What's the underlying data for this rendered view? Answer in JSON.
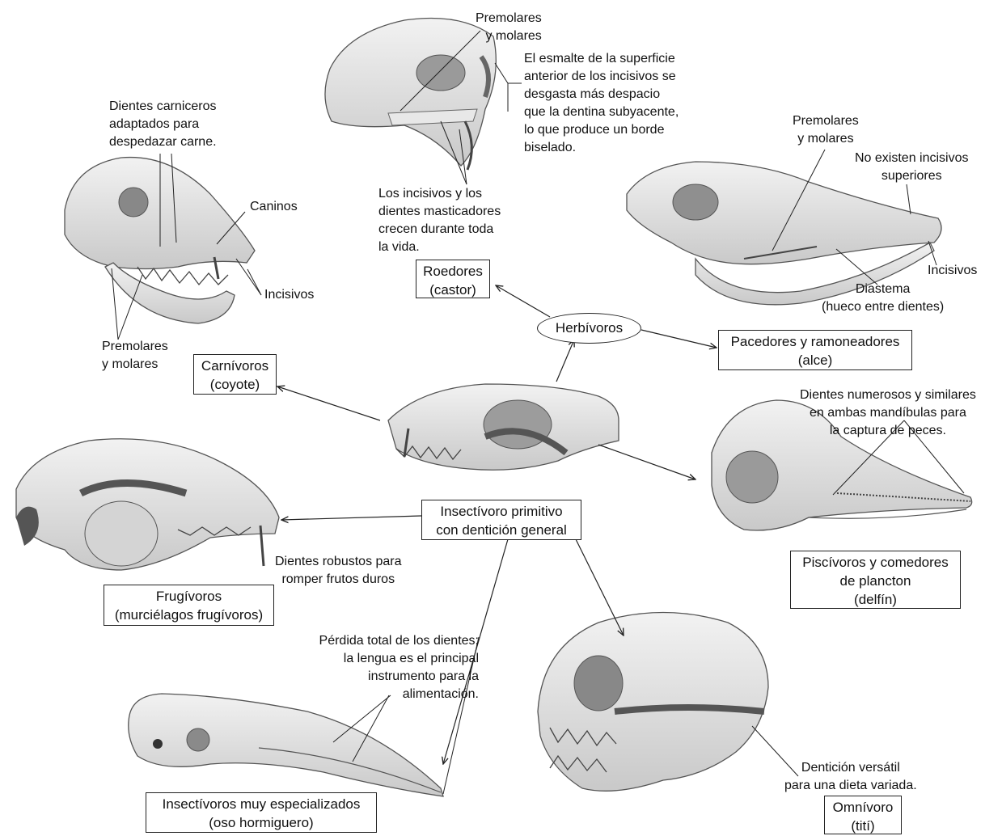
{
  "center": {
    "line1": "Insectívoro primitivo",
    "line2": "con dentición general"
  },
  "herbivoros": {
    "label": "Herbívoros"
  },
  "groups": {
    "roedores": {
      "line1": "Roedores",
      "line2": "(castor)"
    },
    "pacedores": {
      "line1": "Pacedores y ramoneadores",
      "line2": "(alce)"
    },
    "carnivoros": {
      "line1": "Carnívoros",
      "line2": "(coyote)"
    },
    "frugivoros": {
      "line1": "Frugívoros",
      "line2": "(murciélagos frugívoros)"
    },
    "piscivoros": {
      "line1": "Piscívoros y comedores",
      "line2": "de plancton",
      "line3": "(delfín)"
    },
    "insectivoros": {
      "line1": "Insectívoros muy especializados",
      "line2": "(oso hormiguero)"
    },
    "omnivoro": {
      "line1": "Omnívoro",
      "line2": "(tití)"
    }
  },
  "annotations": {
    "castor_premolares": {
      "line1": "Premolares",
      "line2": "y molares"
    },
    "castor_esmalte": {
      "line1": "El esmalte de la superficie",
      "line2": "anterior de los incisivos se",
      "line3": "desgasta más despacio",
      "line4": "que la dentina subyacente,",
      "line5": "lo que produce un borde",
      "line6": "biselado."
    },
    "castor_incisivos": {
      "line1": "Los incisivos y los",
      "line2": "dientes masticadores",
      "line3": "crecen durante toda",
      "line4": "la vida."
    },
    "coyote_carniceros": {
      "line1": "Dientes carniceros",
      "line2": "adaptados para",
      "line3": "despedazar carne."
    },
    "coyote_caninos": "Caninos",
    "coyote_incisivos": "Incisivos",
    "coyote_premolares": {
      "line1": "Premolares",
      "line2": "y molares"
    },
    "alce_premolares": {
      "line1": "Premolares",
      "line2": "y molares"
    },
    "alce_no_incisivos": {
      "line1": "No existen incisivos",
      "line2": "superiores"
    },
    "alce_incisivos": "Incisivos",
    "alce_diastema": {
      "line1": "Diastema",
      "line2": "(hueco entre dientes)"
    },
    "delfin_dientes": {
      "line1": "Dientes numerosos y similares",
      "line2": "en ambas mandíbulas para",
      "line3": "la captura de peces."
    },
    "murcielago_dientes": {
      "line1": "Dientes robustos para",
      "line2": "romper frutos duros"
    },
    "oso_perdida": {
      "line1": "Pérdida total de los dientes;",
      "line2": "la lengua es el principal",
      "line3": "instrumento para la",
      "line4": "alimentación."
    },
    "titi_denticion": {
      "line1": "Dentición versátil",
      "line2": "para una dieta variada."
    }
  }
}
